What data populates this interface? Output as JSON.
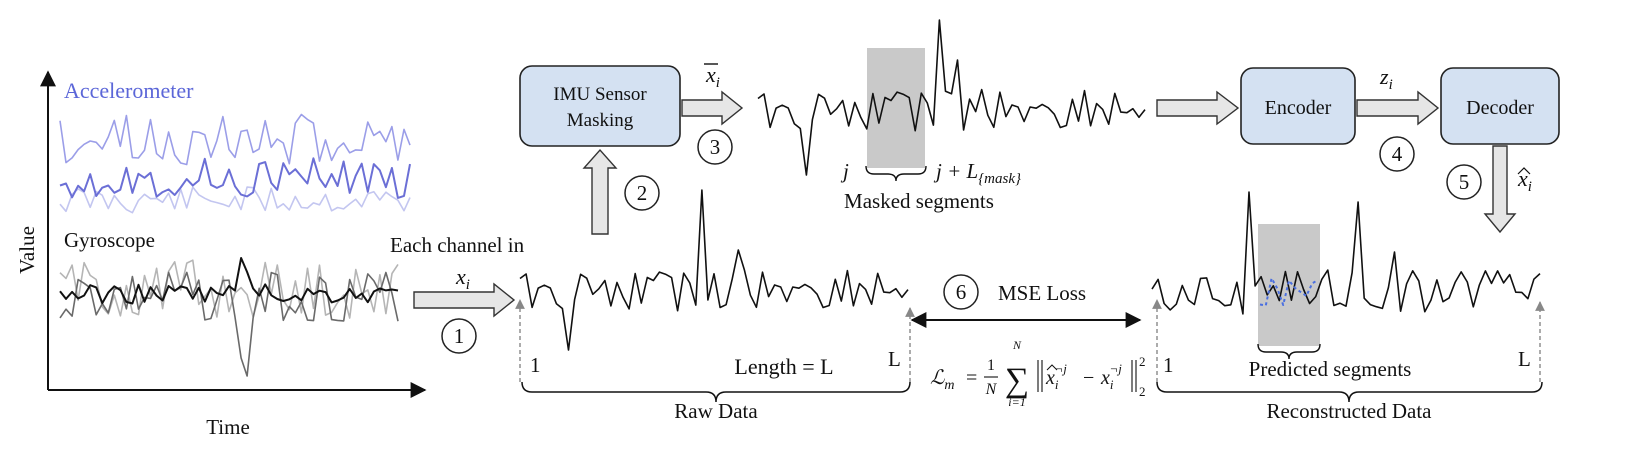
{
  "sensor_panel": {
    "accelerometer_label": "Accelerometer",
    "gyroscope_label": "Gyroscope",
    "y_axis_label": "Value",
    "x_axis_label": "Time"
  },
  "input": {
    "channel_text": "Each channel in",
    "variable": "x",
    "variable_sub": "i"
  },
  "masking": {
    "box_line1": "IMU Sensor",
    "box_line2": "Masking",
    "output_variable": "x",
    "output_sub": "i",
    "start_label": "j",
    "end_label": "j + L",
    "end_sub": "{mask}",
    "segment_caption": "Masked segments"
  },
  "raw_data": {
    "caption": "Raw Data",
    "start_label": "1",
    "end_label": "L",
    "length_label": "Length = L"
  },
  "model": {
    "encoder_label": "Encoder",
    "decoder_label": "Decoder",
    "latent_variable": "z",
    "latent_sub": "i",
    "output_variable": "x",
    "output_sub": "i"
  },
  "loss": {
    "label": "MSE Loss",
    "formula_lhs": "ℒ",
    "formula_lhs_sub": "m",
    "equals": "=",
    "frac_num": "1",
    "frac_den": "N",
    "sum_top": "N",
    "sum_bottom": "i=1",
    "norm_hat_x": "x",
    "norm_sub_hat": "i",
    "norm_sup_hat": "¬j",
    "minus": "−",
    "norm_x": "x",
    "norm_sub_x": "i",
    "norm_sup_x": "¬j",
    "power": "2",
    "norm_sub": "2"
  },
  "reconstructed": {
    "caption": "Reconstructed Data",
    "start_label": "1",
    "end_label": "L",
    "segment_caption": "Predicted segments"
  },
  "steps": [
    "1",
    "2",
    "3",
    "4",
    "5",
    "6"
  ],
  "colors": {
    "box_fill": "#d4e1f2",
    "mask_gray": "#c9c9c9",
    "predicted_blue": "#4a6fe0",
    "accel_light": "#c3c6f0",
    "accel_mid": "#9b9ee8",
    "accel_dark": "#6b6fd6",
    "gyro_light": "#b5b5b5",
    "gyro_mid": "#6a6a6a",
    "gyro_dark": "#111111"
  }
}
